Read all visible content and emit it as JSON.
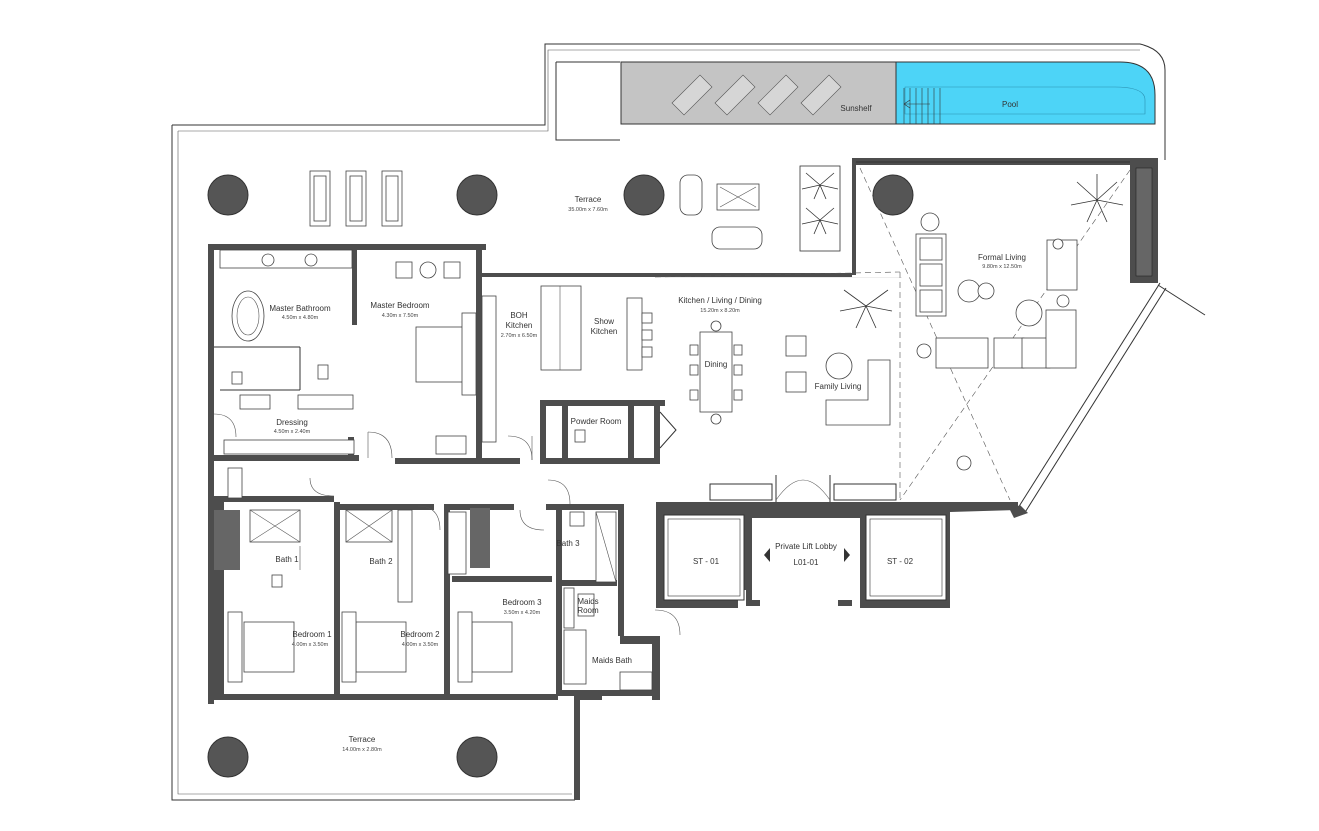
{
  "rooms": {
    "sunshelf": "Sunshelf",
    "pool": "Pool",
    "terrace_top": "Terrace",
    "terrace_top_dim": "35.00m x 7.60m",
    "master_bathroom": "Master Bathroom",
    "master_bathroom_dim": "4.50m x 4.80m",
    "master_bedroom": "Master Bedroom",
    "master_bedroom_dim": "4.30m x 7.50m",
    "boh_kitchen_1": "BOH",
    "boh_kitchen_2": "Kitchen",
    "boh_kitchen_dim": "2.70m x 6.50m",
    "show_kitchen_1": "Show",
    "show_kitchen_2": "Kitchen",
    "kitchen_living_dining": "Kitchen / Living / Dining",
    "kitchen_living_dining_dim": "15.20m x 8.20m",
    "dining": "Dining",
    "family_living": "Family Living",
    "formal_living": "Formal Living",
    "formal_living_dim": "9.80m x 12.50m",
    "dressing": "Dressing",
    "dressing_dim": "4.50m x 2.40m",
    "powder_room": "Powder Room",
    "bath_1": "Bath 1",
    "bath_2": "Bath 2",
    "bath_3": "Bath 3",
    "bedroom_1": "Bedroom 1",
    "bedroom_1_dim": "4.00m x 3.50m",
    "bedroom_2": "Bedroom 2",
    "bedroom_2_dim": "4.00m x 3.50m",
    "bedroom_3": "Bedroom 3",
    "bedroom_3_dim": "3.50m x 4.20m",
    "maids_room_1": "Maids",
    "maids_room_2": "Room",
    "maids_bath": "Maids Bath",
    "st01": "ST - 01",
    "st02": "ST - 02",
    "private_lift_lobby": "Private Lift Lobby",
    "lift_lobby_code": "L01-01",
    "terrace_bottom": "Terrace",
    "terrace_bottom_dim": "14.00m x 2.80m"
  },
  "colors": {
    "wall": "#4d4d4d",
    "pool": "#4dd4f7",
    "sunshelf": "#c4c4c4",
    "outline": "#333333"
  }
}
